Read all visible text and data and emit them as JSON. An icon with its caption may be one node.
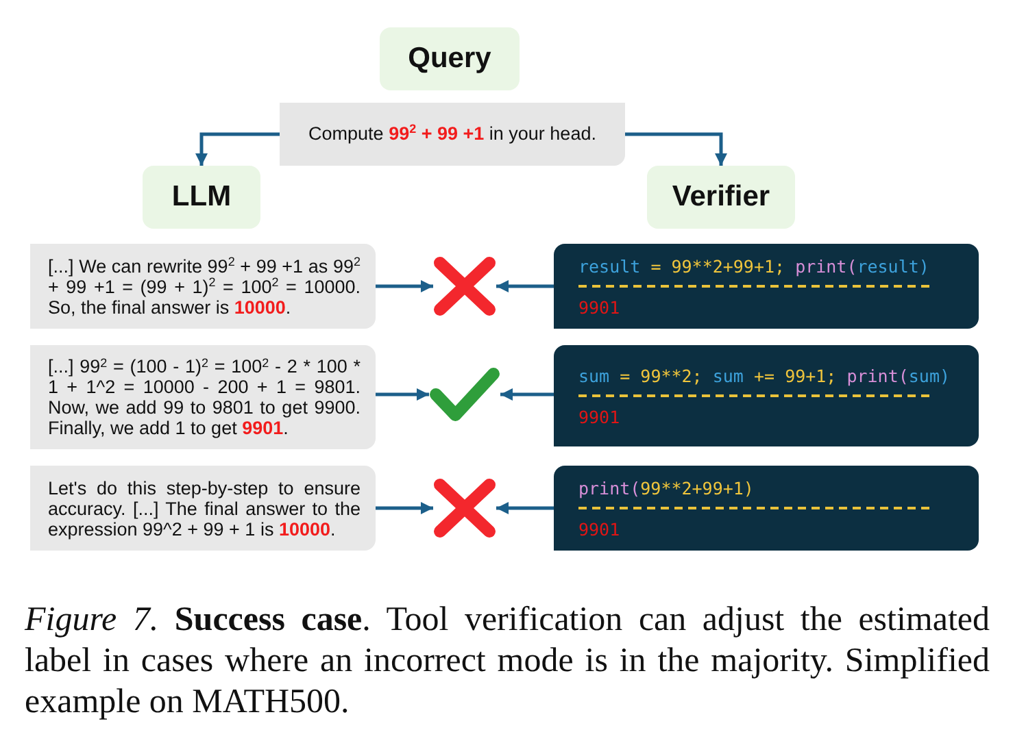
{
  "diagram": {
    "caption": "*Figure 7.* **Success case**. Tool verification can adjust the estimated label in cases where an incorrect mode is in the majority. Simplified example on MATH500.",
    "nodes": [
      {
        "text": [
          "Query"
        ]
      },
      {
        "text": [
          "Compute **99$^{2}$ + 99 +1** in your head."
        ]
      },
      {
        "text": [
          "LLM"
        ]
      },
      {
        "text": [
          "Verifier"
        ]
      },
      {
        "text": [
          "[...] We can rewrite 99$^{2}$ + 99 +1 as 99$^{2}$ + 99 +1 = (99 + 1)$^{2}$ = 100$^{2}$ = 10000. So, the final answer is **10000**."
        ]
      },
      {
        "text": [],
        "shape": "cross"
      },
      {
        "text": [
          "result = 99**2+99+1; print(result)",
          "9901"
        ]
      },
      {
        "text": [
          "[...] 99$^{2}$ = (100 - 1)$^{2}$ = 100$^{2}$ - 2 * 100 * 1 + 1^2 = 10000 - 200 + 1 = 9801. Now, we add 99 to 9801 to get 9900. Finally, we add 1 to get **9901**."
        ]
      },
      {
        "text": [],
        "shape": "checkmark"
      },
      {
        "text": [
          "sum = 99**2; sum += 99+1; print(sum)",
          "9901"
        ]
      },
      {
        "text": [
          "Let's do this step-by-step to ensure accuracy. [...] The final answer to the expression 99^2 + 99 + 1 is **10000**."
        ]
      },
      {
        "text": [],
        "shape": "cross"
      },
      {
        "text": [
          "print(99**2+99+1)",
          "9901"
        ]
      }
    ],
    "edges": [
      {
        "from": 1,
        "to": 2,
        "arrow": "to"
      },
      {
        "from": 1,
        "to": 3,
        "arrow": "to"
      },
      {
        "from": 4,
        "to": 5,
        "arrow": "to"
      },
      {
        "from": 6,
        "to": 5,
        "arrow": "to"
      },
      {
        "from": 7,
        "to": 8,
        "arrow": "to"
      },
      {
        "from": 9,
        "to": 8,
        "arrow": "to"
      },
      {
        "from": 10,
        "to": 11,
        "arrow": "to"
      },
      {
        "from": 12,
        "to": 11,
        "arrow": "to"
      }
    ]
  }
}
